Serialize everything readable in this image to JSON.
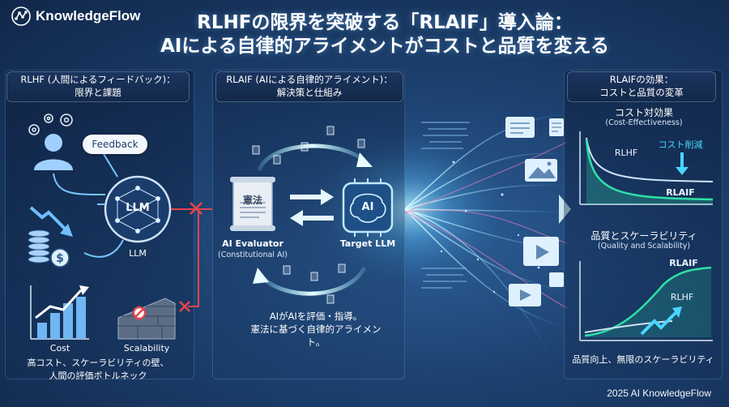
{
  "brand": {
    "name": "KnowledgeFlow"
  },
  "title": {
    "line1": "RLHFの限界を突破する「RLAIF」導入論：",
    "line2": "AIによる自律的アライメントがコストと品質を変える"
  },
  "left_panel": {
    "header_line1": "RLHF (人間によるフィードバック)：",
    "header_line2": "限界と課題",
    "feedback_label": "Feedback",
    "llm_node_text": "LLM",
    "llm_label": "LLM",
    "cost_label": "Cost",
    "scalability_label": "Scalability",
    "caption_line1": "高コスト、スケーラビリティの壁、",
    "caption_line2": "人間の評価ボトルネック"
  },
  "middle_panel": {
    "header_line1": "RLAIF (AIによる自律的アライメント)：",
    "header_line2": "解決策と仕組み",
    "scroll_text": "憲法",
    "ai_chip_text": "AI",
    "evaluator_label": "AI Evaluator",
    "evaluator_sub": "(Constitutional AI)",
    "target_label": "Target LLM",
    "caption_line1": "AIがAIを評価・指導。",
    "caption_line2": "憲法に基づく自律的アライメント。"
  },
  "right_panel": {
    "header_line1": "RLAIFの効果：",
    "header_line2": "コストと品質の変革",
    "cost_chart_title": "コスト対効果",
    "cost_chart_subtitle": "(Cost-Effectiveness)",
    "cost_rlhf_label": "RLHF",
    "cost_reduction_label": "コスト削減",
    "cost_rlaif_label": "RLAIF",
    "quality_chart_title": "品質とスケーラビリティ",
    "quality_chart_subtitle": "(Quality and Scalability)",
    "quality_rlaif_label": "RLAIF",
    "quality_rlhf_label": "RLHF",
    "caption": "品質向上、無限のスケーラビリティ"
  },
  "footer": {
    "text": "2025 AI KnowledgeFlow"
  },
  "colors": {
    "accent_cyan": "#49d6ff",
    "alert_red": "#e2454b",
    "chart_green": "#2fe0a8",
    "background": "#1c406e"
  }
}
